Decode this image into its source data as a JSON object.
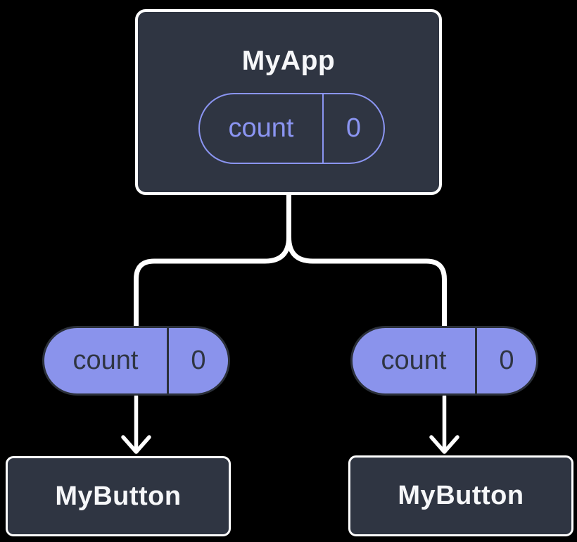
{
  "diagram": {
    "description": "React component tree: parent component holding state, passed as props to two child components",
    "colors": {
      "background": "#000000",
      "node_fill": "#2f3542",
      "node_border": "#ffffff",
      "node_text": "#f6f7f9",
      "state_pill_outline": "#8b95f2",
      "prop_pill_fill": "#8a93ec",
      "prop_pill_outline": "#2b3039",
      "prop_pill_text": "#2f3542",
      "connector": "#ffffff"
    },
    "tree": {
      "root": {
        "label": "MyApp",
        "state_pill": {
          "name": "count",
          "value": "0"
        }
      },
      "children": [
        {
          "label": "MyButton",
          "prop_pill": {
            "name": "count",
            "value": "0"
          }
        },
        {
          "label": "MyButton",
          "prop_pill": {
            "name": "count",
            "value": "0"
          }
        }
      ]
    }
  }
}
